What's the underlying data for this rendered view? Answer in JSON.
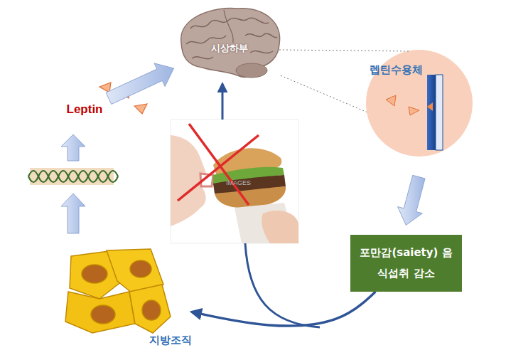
{
  "diagram": {
    "nodes": [
      {
        "text": [
          "시상하부"
        ]
      },
      {
        "text": [
          "Leptin"
        ]
      },
      {
        "text": [
          "렙틴수용체"
        ]
      },
      {
        "text": [
          "포만감(saiety) 음식섭취 감소"
        ]
      },
      {
        "text": [
          "지방조직"
        ]
      }
    ],
    "edges": [
      {
        "from": 1,
        "to": 0,
        "arrow": "to"
      },
      {
        "from": 0,
        "to": 2,
        "arrow": "none"
      },
      {
        "from": 2,
        "to": 3,
        "arrow": "to"
      },
      {
        "from": 3,
        "to": 4,
        "arrow": "to"
      }
    ],
    "labels": [
      "IMAGES"
    ]
  }
}
